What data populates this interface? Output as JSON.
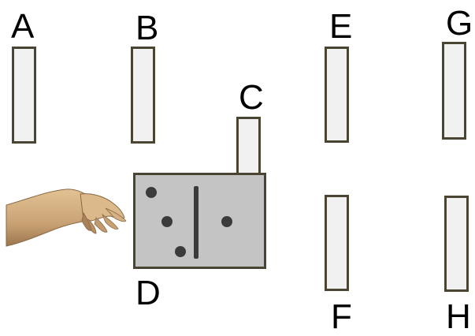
{
  "labels": {
    "A": "A",
    "B": "B",
    "C": "C",
    "D": "D",
    "E": "E",
    "F": "F",
    "G": "G",
    "H": "H"
  },
  "box": {
    "dots_left_side": 3,
    "dots_right_side": 1
  },
  "colors": {
    "outline": "#4a4533",
    "bar_fill": "#f1f1f1",
    "box_fill": "#c4c4c4",
    "dot": "#3b3b3b"
  },
  "icons": [
    "hand-icon"
  ]
}
